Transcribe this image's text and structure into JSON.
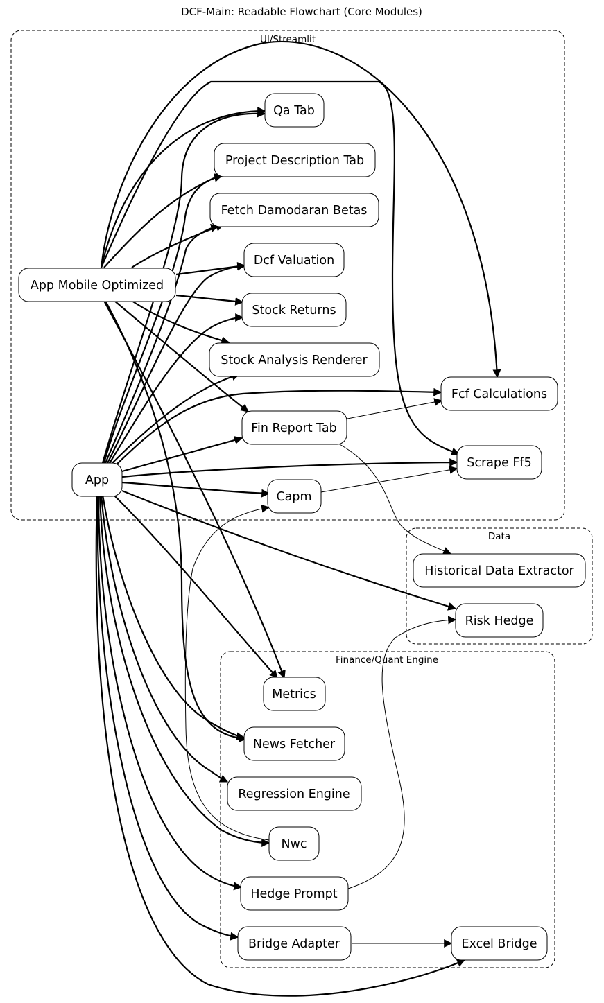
{
  "title": "DCF-Main: Readable Flowchart (Core Modules)",
  "clusters": [
    {
      "id": "ui",
      "label": "UI/Streamlit"
    },
    {
      "id": "data",
      "label": "Data"
    },
    {
      "id": "engine",
      "label": "Finance/Quant Engine"
    }
  ],
  "nodes": [
    {
      "id": "qa_tab",
      "label": "Qa Tab"
    },
    {
      "id": "project_description_tab",
      "label": "Project Description Tab"
    },
    {
      "id": "fetch_damodaran_betas",
      "label": "Fetch Damodaran Betas"
    },
    {
      "id": "dcf_valuation",
      "label": "Dcf Valuation"
    },
    {
      "id": "app_mobile_optimized",
      "label": "App Mobile Optimized"
    },
    {
      "id": "stock_returns",
      "label": "Stock Returns"
    },
    {
      "id": "stock_analysis_renderer",
      "label": "Stock Analysis Renderer"
    },
    {
      "id": "fcf_calculations",
      "label": "Fcf Calculations"
    },
    {
      "id": "fin_report_tab",
      "label": "Fin Report Tab"
    },
    {
      "id": "scrape_ff5",
      "label": "Scrape Ff5"
    },
    {
      "id": "app",
      "label": "App"
    },
    {
      "id": "capm",
      "label": "Capm"
    },
    {
      "id": "historical_data_extractor",
      "label": "Historical Data Extractor"
    },
    {
      "id": "risk_hedge",
      "label": "Risk Hedge"
    },
    {
      "id": "metrics",
      "label": "Metrics"
    },
    {
      "id": "news_fetcher",
      "label": "News Fetcher"
    },
    {
      "id": "regression_engine",
      "label": "Regression Engine"
    },
    {
      "id": "nwc",
      "label": "Nwc"
    },
    {
      "id": "hedge_prompt",
      "label": "Hedge Prompt"
    },
    {
      "id": "bridge_adapter",
      "label": "Bridge Adapter"
    },
    {
      "id": "excel_bridge",
      "label": "Excel Bridge"
    }
  ],
  "edges": [
    {
      "from": "app_mobile_optimized",
      "to": "qa_tab"
    },
    {
      "from": "app_mobile_optimized",
      "to": "project_description_tab"
    },
    {
      "from": "app_mobile_optimized",
      "to": "fetch_damodaran_betas"
    },
    {
      "from": "app_mobile_optimized",
      "to": "dcf_valuation"
    },
    {
      "from": "app_mobile_optimized",
      "to": "stock_returns"
    },
    {
      "from": "app_mobile_optimized",
      "to": "stock_analysis_renderer"
    },
    {
      "from": "app_mobile_optimized",
      "to": "fin_report_tab"
    },
    {
      "from": "app_mobile_optimized",
      "to": "fcf_calculations"
    },
    {
      "from": "app_mobile_optimized",
      "to": "scrape_ff5"
    },
    {
      "from": "app_mobile_optimized",
      "to": "metrics"
    },
    {
      "from": "app_mobile_optimized",
      "to": "news_fetcher"
    },
    {
      "from": "app",
      "to": "qa_tab"
    },
    {
      "from": "app",
      "to": "project_description_tab"
    },
    {
      "from": "app",
      "to": "fetch_damodaran_betas"
    },
    {
      "from": "app",
      "to": "dcf_valuation"
    },
    {
      "from": "app",
      "to": "stock_returns"
    },
    {
      "from": "app",
      "to": "stock_analysis_renderer"
    },
    {
      "from": "app",
      "to": "fcf_calculations"
    },
    {
      "from": "app",
      "to": "fin_report_tab"
    },
    {
      "from": "app",
      "to": "scrape_ff5"
    },
    {
      "from": "app",
      "to": "capm"
    },
    {
      "from": "app",
      "to": "risk_hedge"
    },
    {
      "from": "app",
      "to": "metrics"
    },
    {
      "from": "app",
      "to": "news_fetcher"
    },
    {
      "from": "app",
      "to": "regression_engine"
    },
    {
      "from": "app",
      "to": "nwc"
    },
    {
      "from": "app",
      "to": "hedge_prompt"
    },
    {
      "from": "app",
      "to": "bridge_adapter"
    },
    {
      "from": "app",
      "to": "excel_bridge"
    },
    {
      "from": "fin_report_tab",
      "to": "fcf_calculations"
    },
    {
      "from": "fin_report_tab",
      "to": "historical_data_extractor"
    },
    {
      "from": "capm",
      "to": "scrape_ff5"
    },
    {
      "from": "nwc",
      "to": "capm"
    },
    {
      "from": "hedge_prompt",
      "to": "risk_hedge"
    },
    {
      "from": "bridge_adapter",
      "to": "excel_bridge"
    }
  ]
}
